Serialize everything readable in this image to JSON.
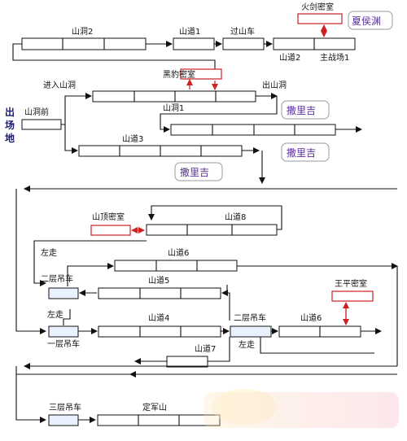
{
  "labels": {
    "shandao2_top": "山洞2",
    "shandao1_top": "山道1",
    "guoshanche": "过山车",
    "huojian": "火剑密室",
    "shandao2_bottom": "山道2",
    "zhuzhanchang": "主战场1",
    "heibao": "黑豹密室",
    "jinru": "进入山洞",
    "chu": "出山洞",
    "shandongqian": "山洞前",
    "shandong1": "山洞1",
    "chuchangdi": "出场地",
    "shandao3": "山道3",
    "shanding": "山顶密室",
    "shandao8": "山道8",
    "zuozou1": "左走",
    "shandao6a": "山道6",
    "erceng1": "二层吊车",
    "shandao5": "山道5",
    "wangping": "王平密室",
    "zuozou2": "左走",
    "yiceng": "一层吊车",
    "shandao4": "山道4",
    "erceng2": "二层吊车",
    "shandao6b": "山道6",
    "zuozou3": "左走",
    "shandao7": "山道7",
    "sanceng": "三层吊车",
    "dingjunshan": "定军山"
  },
  "tags": {
    "xiahou": "夏侯渊",
    "sima1": "撒里吉",
    "sima2": "撒里吉",
    "sima3": "撒里吉"
  }
}
